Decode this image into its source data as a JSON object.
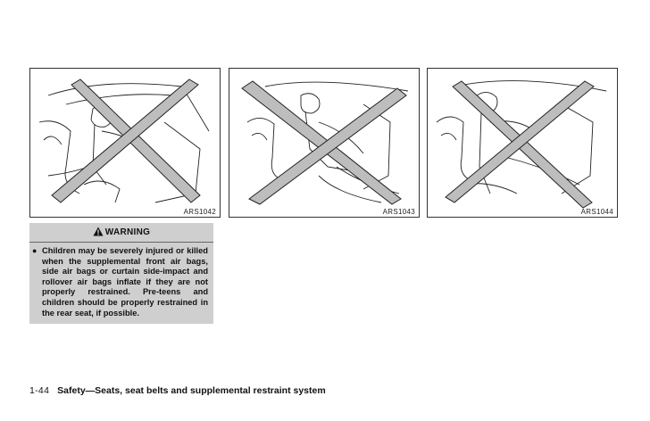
{
  "figures": [
    {
      "code": "ARS1042"
    },
    {
      "code": "ARS1043"
    },
    {
      "code": "ARS1044"
    }
  ],
  "warning": {
    "title": "WARNING",
    "body": "Children may be severely injured or killed when the supplemental front air bags, side air bags or curtain side-impact and rollover air bags inflate if they are not properly restrained. Pre-teens and children should be properly restrained in the rear seat, if possible."
  },
  "footer": {
    "page": "1-44",
    "section": "Safety—Seats, seat belts and supplemental restraint system"
  }
}
